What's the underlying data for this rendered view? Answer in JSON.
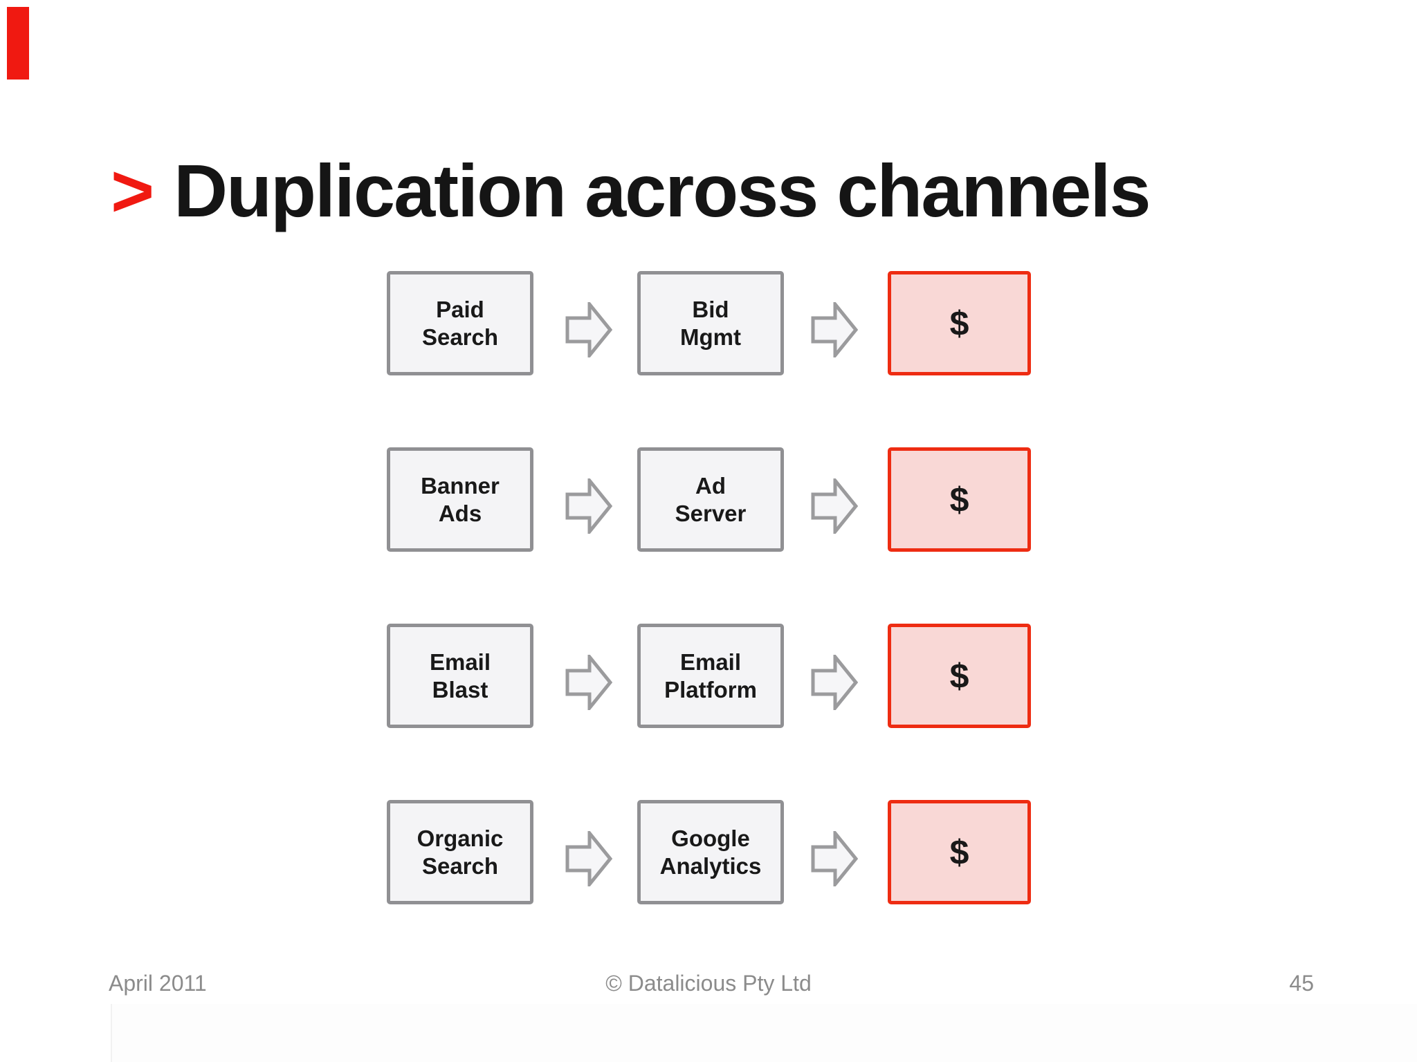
{
  "slide": {
    "title": {
      "bullet": ">",
      "text": "Duplication across channels"
    },
    "flow_rows": [
      {
        "channel": [
          "Paid",
          "Search"
        ],
        "platform": [
          "Bid",
          "Mgmt"
        ],
        "cost": "$"
      },
      {
        "channel": [
          "Banner",
          "Ads"
        ],
        "platform": [
          "Ad",
          "Server"
        ],
        "cost": "$"
      },
      {
        "channel": [
          "Email",
          "Blast"
        ],
        "platform": [
          "Email",
          "Platform"
        ],
        "cost": "$"
      },
      {
        "channel": [
          "Organic",
          "Search"
        ],
        "platform": [
          "Google",
          "Analytics"
        ],
        "cost": "$"
      }
    ],
    "footer": {
      "date": "April 2011",
      "copyright": "© Datalicious Pty Ltd",
      "page_number": "45"
    }
  },
  "icons": {
    "flow_arrow": "right-arrow"
  },
  "colors": {
    "accent_red": "#f01911",
    "cost_box_border": "#ee2c12",
    "cost_box_fill": "#f9d8d6",
    "gray_box_border": "#909093",
    "gray_box_fill": "#f4f4f6",
    "arrow_stroke": "#9b9b9d",
    "arrow_fill": "#f6f6f8",
    "title_text": "#151515",
    "footer_text": "#8b8b8b"
  }
}
